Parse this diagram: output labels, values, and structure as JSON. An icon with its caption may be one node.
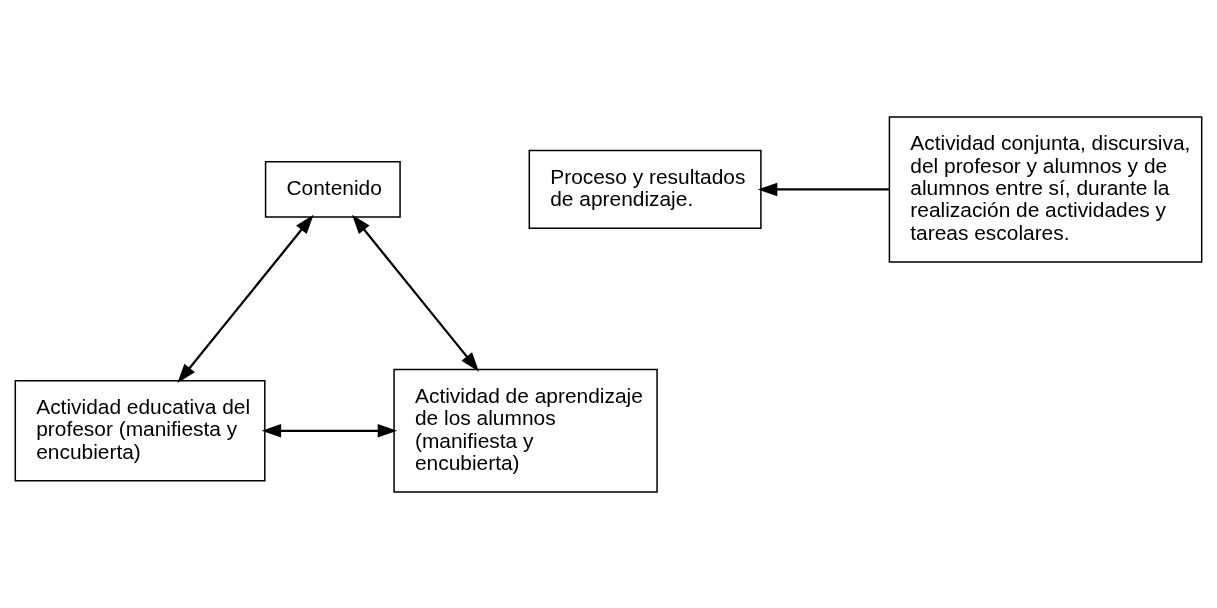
{
  "diagram": {
    "nodes": [
      {
        "text": [
          "Contenido"
        ]
      },
      {
        "text": [
          "Proceso y resultados de aprendizaje."
        ]
      },
      {
        "text": [
          "Actividad conjunta, discursiva, del profesor y alumnos y de alumnos entre sí, durante la realización de actividades y tareas escolares."
        ]
      },
      {
        "text": [
          "Actividad educativa del profesor (manifiesta y encubierta)"
        ]
      },
      {
        "text": [
          "Actividad de aprendizaje de los alumnos (manifiesta y encubierta)"
        ]
      }
    ],
    "edges": [
      {
        "from": 0,
        "to": 3,
        "arrow": "both"
      },
      {
        "from": 0,
        "to": 4,
        "arrow": "both"
      },
      {
        "from": 2,
        "to": 1,
        "arrow": "to"
      },
      {
        "from": 3,
        "to": 4,
        "arrow": "both"
      }
    ]
  }
}
